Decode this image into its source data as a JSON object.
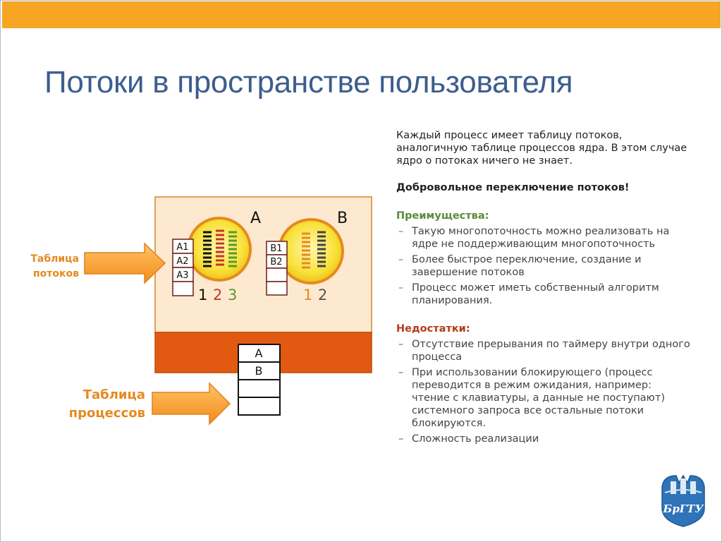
{
  "title": "Потоки в пространстве пользователя",
  "intro": "Каждый процесс имеет таблицу потоков, аналогичную таблице процессов ядра. В этом случае ядро о потоках ничего не знает.",
  "voluntary": "Добровольное переключение потоков!",
  "advantages": {
    "heading": "Преимущества:",
    "items": [
      "Такую многопоточность можно реализовать на ядре не поддерживающим многопоточность",
      "Более быстрое переключение, создание и завершение потоков",
      "Процесс может иметь собственный алгоритм планирования."
    ]
  },
  "disadvantages": {
    "heading": "Недостатки:",
    "items": [
      "Отсутствие прерывания по таймеру внутри одного процесса",
      "При использовании блокирующего (процесс переводится в режим ожидания, например: чтение с клавиатуры, а данные не поступают) системного запроса все остальные потоки блокируются.",
      "Сложность реализации"
    ]
  },
  "diagram": {
    "thread_table_label": [
      "Таблица",
      "потоков"
    ],
    "process_table_label": [
      "Таблица",
      "процессов"
    ],
    "process_a": "A",
    "process_b": "B",
    "table_a": [
      "A1",
      "A2",
      "A3",
      ""
    ],
    "table_b": [
      "B1",
      "B2",
      "",
      ""
    ],
    "threads_a": [
      "1",
      "2",
      "3"
    ],
    "threads_b": [
      "1",
      "2"
    ],
    "process_table": [
      "A",
      "B",
      "",
      ""
    ]
  },
  "logo_text": "БрГТУ",
  "colors": {
    "accent": "#f6a623",
    "title": "#3c5d8e",
    "kernel": "#e25a12",
    "user_space": "#fde9d0",
    "advantages": "#5a8a3a",
    "disadvantages": "#b53a1a"
  }
}
